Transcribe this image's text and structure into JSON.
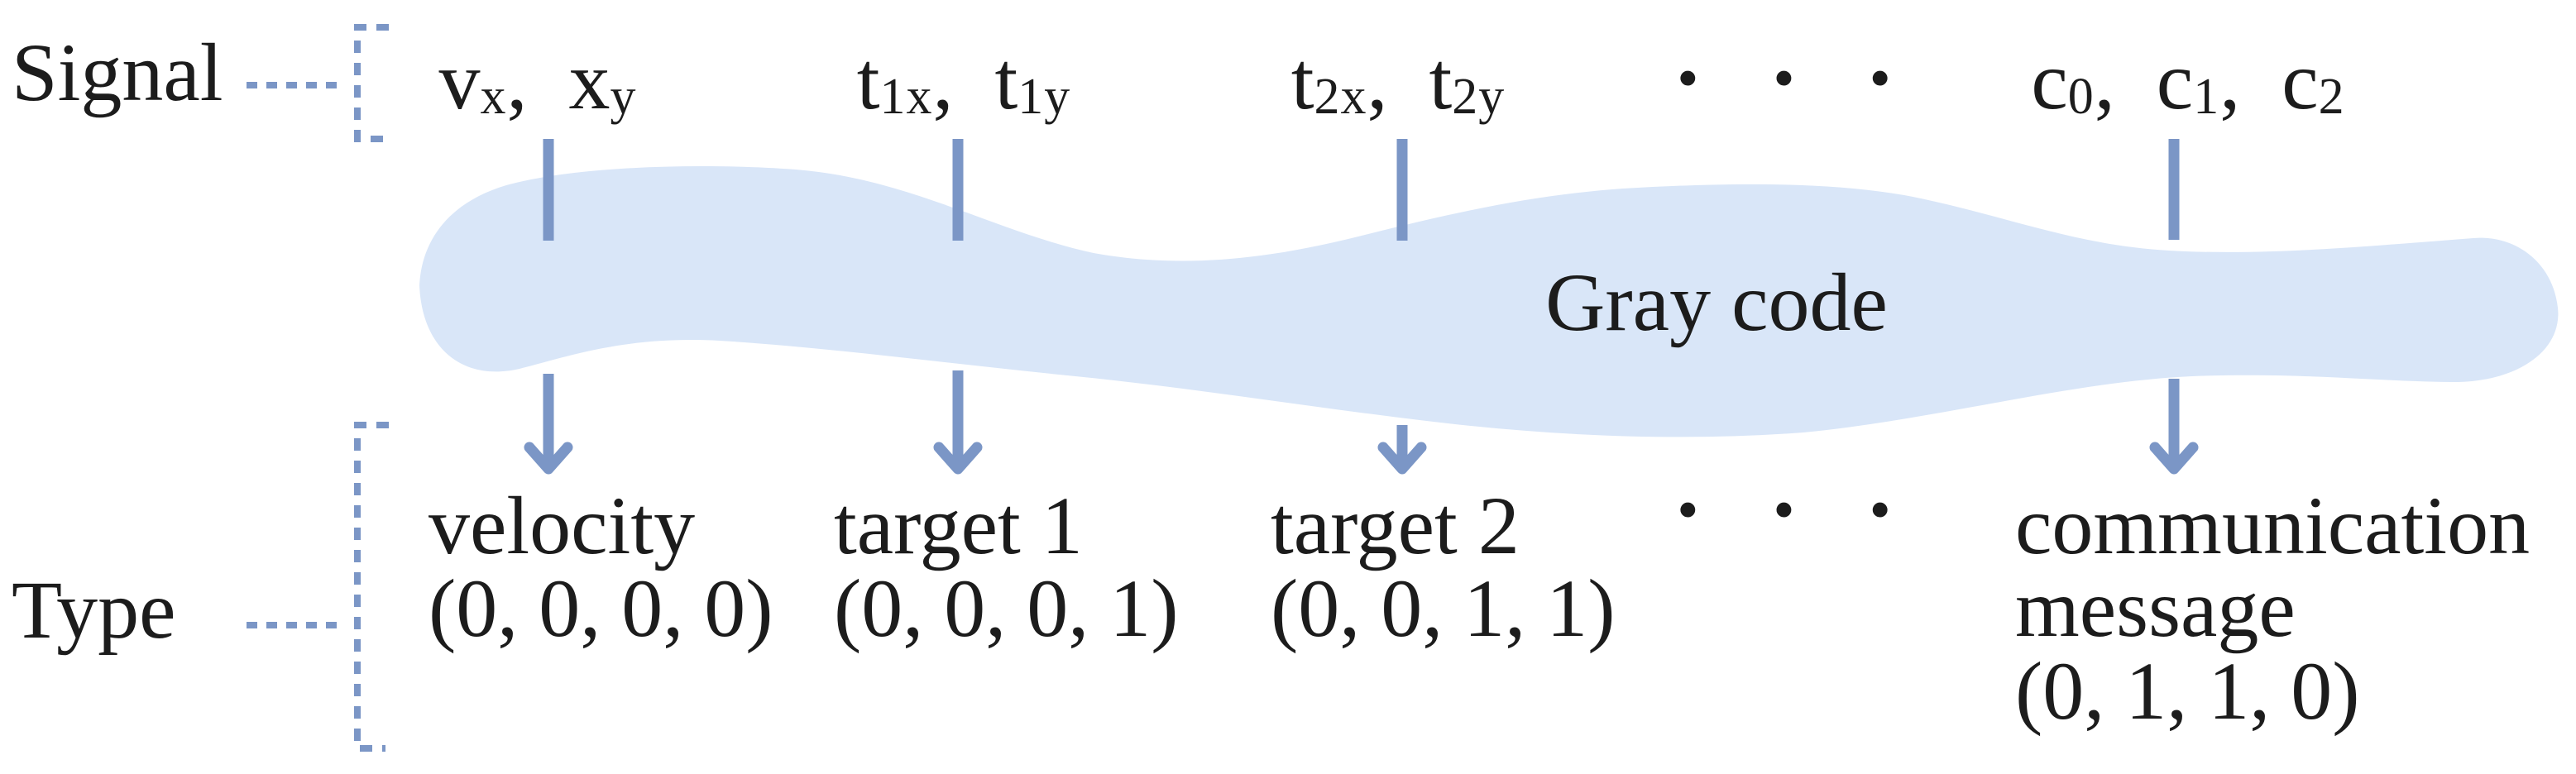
{
  "colors": {
    "accent": "#7b96c6",
    "band_fill": "#d9e6f8",
    "text": "#1c1c1c"
  },
  "row_labels": {
    "signal": "Signal",
    "type": "Type"
  },
  "band_label": "Gray code",
  "ellipsis": "· · ·",
  "columns": [
    {
      "signal_parts": [
        {
          "t": "v"
        },
        {
          "t": "x",
          "sub": true
        },
        {
          "t": ", "
        },
        {
          "t": "x"
        },
        {
          "t": "y",
          "sub": true
        }
      ],
      "type_name": "velocity",
      "type_code": "(0, 0, 0, 0)"
    },
    {
      "signal_parts": [
        {
          "t": "t"
        },
        {
          "t": "1x",
          "sub": true
        },
        {
          "t": ", "
        },
        {
          "t": "t"
        },
        {
          "t": "1y",
          "sub": true
        }
      ],
      "type_name": "target 1",
      "type_code": "(0, 0, 0, 1)"
    },
    {
      "signal_parts": [
        {
          "t": "t"
        },
        {
          "t": "2x",
          "sub": true
        },
        {
          "t": ", "
        },
        {
          "t": "t"
        },
        {
          "t": "2y",
          "sub": true
        }
      ],
      "type_name": "target 2",
      "type_code": "(0, 0, 1, 1)"
    },
    {
      "signal_parts": [
        {
          "t": "c"
        },
        {
          "t": "0",
          "sub": true
        },
        {
          "t": ", "
        },
        {
          "t": "c"
        },
        {
          "t": "1",
          "sub": true
        },
        {
          "t": ", "
        },
        {
          "t": "c"
        },
        {
          "t": "2",
          "sub": true
        }
      ],
      "type_name": "communication message",
      "type_code": "(0, 1, 1, 0)"
    }
  ]
}
